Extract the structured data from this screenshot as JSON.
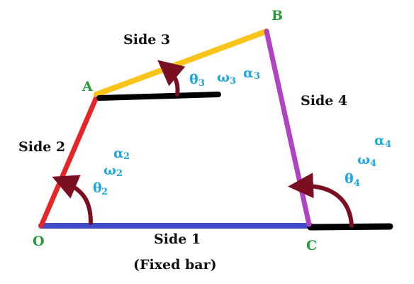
{
  "points": {
    "O": "O",
    "A": "A",
    "B": "B",
    "C": "C"
  },
  "sides": {
    "side1": "Side 1",
    "side1_note": "(Fixed bar)",
    "side2": "Side 2",
    "side3": "Side 3",
    "side4": "Side 4"
  },
  "symbols": {
    "theta": "θ",
    "omega": "ω",
    "alpha": "α"
  },
  "subscripts": {
    "s2": "2",
    "s3": "3",
    "s4": "4"
  },
  "colors": {
    "side1": "#3f4bc7",
    "side2": "#e62528",
    "side3": "#fbc41b",
    "side4": "#b142c4",
    "reference": "#000000",
    "angle_arrow": "#7a0f22",
    "point_label": "#259b39",
    "kinematic_label": "#1ca7e0"
  }
}
